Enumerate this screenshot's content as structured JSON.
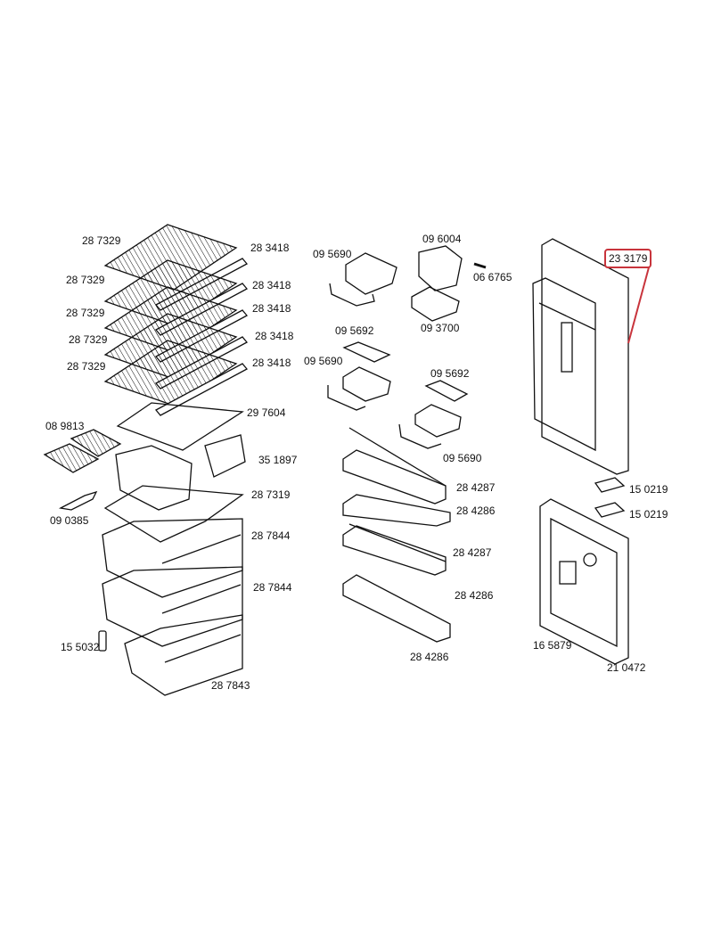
{
  "colors": {
    "highlight": "#c8343c",
    "line": "#111111"
  },
  "labels": {
    "shelf_1": "28 7329",
    "trim_1": "28 3418",
    "shelf_2": "28 7329",
    "trim_2": "28 3418",
    "shelf_3": "28 7329",
    "trim_3": "28 3418",
    "shelf_4": "28 7329",
    "trim_4": "28 3418",
    "shelf_5": "28 7329",
    "trim_5": "28 3418",
    "cover": "29 7604",
    "ice_trays": "08 9813",
    "chiller_trays": "35 1897",
    "crisper_cover": "28 7319",
    "ice_scoop": "09 0385",
    "drawer_1": "28 7844",
    "drawer_2": "28 7844",
    "clip": "15 5032",
    "drawer_3": "28 7843",
    "door_bin_a": "09 5690",
    "butter_box": "09 6004",
    "screw": "06 6765",
    "door_bin_b": "09 3700",
    "egg_tray_a": "09 5692",
    "door_bin_c": "09 5690",
    "egg_tray_b": "09 5692",
    "door_bin_d": "09 5690",
    "rail_1": "28 4287",
    "bottle_shelf_1": "28 4286",
    "rail_2": "28 4287",
    "bottle_shelf_2": "28 4286",
    "bottle_shelf_3": "28 4286",
    "upper_door": "23 3179",
    "hinge_cover_1": "15 0219",
    "hinge_cover_2": "15 0219",
    "control_knob": "16 5879",
    "lower_door": "21 0472"
  }
}
